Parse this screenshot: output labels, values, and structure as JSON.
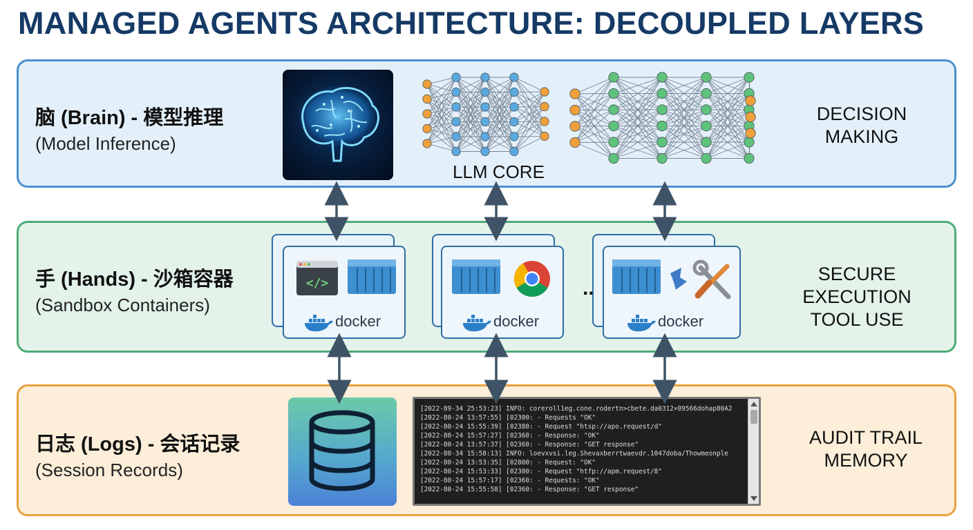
{
  "title": "MANAGED AGENTS ARCHITECTURE: DECOUPLED LAYERS",
  "layers": {
    "brain": {
      "title": "脑  (Brain) - 模型推理",
      "subtitle": "(Model Inference)",
      "role_line1": "DECISION",
      "role_line2": "MAKING",
      "center_label": "LLM CORE"
    },
    "hands": {
      "title": "手 (Hands) - 沙箱容器",
      "subtitle": "(Sandbox Containers)",
      "role_line1": "SECURE EXECUTION",
      "role_line2": "TOOL USE",
      "docker_label": "docker",
      "ellipsis": "..."
    },
    "logs": {
      "title": "日志 (Logs) - 会话记录",
      "subtitle": "(Session Records)",
      "role_line1": "AUDIT TRAIL",
      "role_line2": "MEMORY",
      "terminal_lines": [
        "[2022-89-34 25:53:23] INFO: coreroll1eg.cone.rodertn>cbete.da0312×09566dohap80A2",
        "[2022-80-24 13:57:55] [02300: - Requests \"OK\"",
        "[2022-80-24 15:55:39] [02380: - Request \"htsp://apo.request/d\"",
        "[2022-80-24 15:57:27] [02360: - Response: \"OK\"",
        "[2022-80-24 13:57:37] [02360: - Response: \"GET response\"",
        "[2022-80-34 15:58:13] INFO: loevxvsi.leg.Shevaxberrtwaevdr.1047doba/Thowmeonple",
        "[2022-80-24 13:53:35] [02800: - Request: \"OK\"",
        "[2022-80-24 15:53:33] [02300: - Request \"htfp://apm.request/8\"",
        "[2022-80-24 15:57:17] [02360: - Requests: \"OK\"",
        "[2022-80-24 15:55:58] [02360: - Response: \"GET response\""
      ]
    }
  },
  "colors": {
    "title": "#153a66",
    "brain_border": "#4a90cf",
    "hands_border": "#4dab77",
    "logs_border": "#e9a13d",
    "arrow": "#3e5466",
    "node_orange": "#f0a03a",
    "node_blue": "#5aa9df",
    "node_green": "#5fc27a"
  },
  "icons": [
    "brain-icon",
    "neural-network-icon",
    "code-window-icon",
    "container-icon",
    "chrome-icon",
    "tools-icon",
    "docker-whale-icon",
    "database-icon",
    "terminal-icon"
  ]
}
